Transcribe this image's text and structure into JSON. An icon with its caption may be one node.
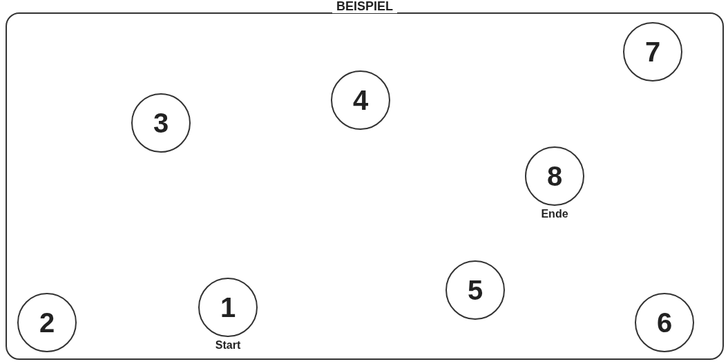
{
  "diagram": {
    "nodes": [
      {
        "text": [
          "BEISPIEL"
        ]
      },
      {
        "text": [
          "1"
        ],
        "in": 0,
        "beside": [
          "Start"
        ]
      },
      {
        "text": [
          "2"
        ],
        "in": 0
      },
      {
        "text": [
          "3"
        ],
        "in": 0
      },
      {
        "text": [
          "4"
        ],
        "in": 0
      },
      {
        "text": [
          "5"
        ],
        "in": 0
      },
      {
        "text": [
          "6"
        ],
        "in": 0
      },
      {
        "text": [
          "7"
        ],
        "in": 0
      },
      {
        "text": [
          "8"
        ],
        "in": 0,
        "beside": [
          "Ende"
        ]
      }
    ],
    "edges": []
  }
}
